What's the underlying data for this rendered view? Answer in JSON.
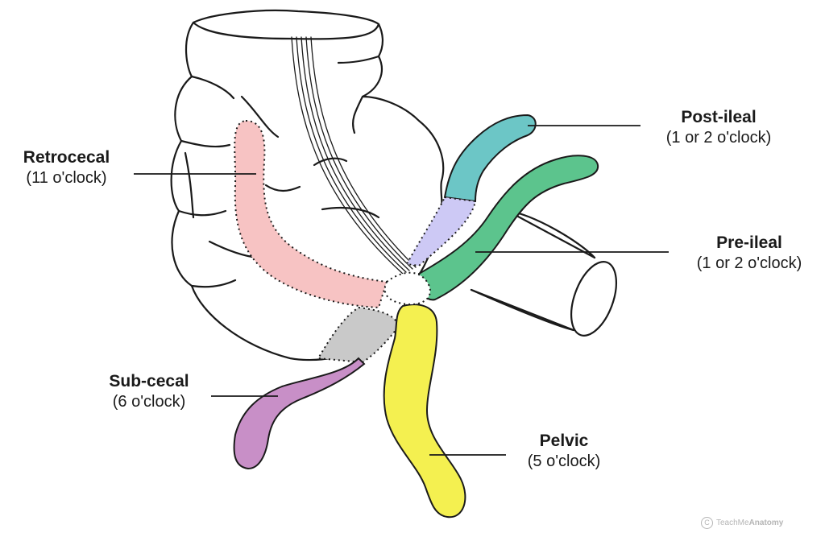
{
  "labels": {
    "retrocecal": {
      "name": "Retrocecal",
      "position": "(11 o'clock)"
    },
    "post_ileal": {
      "name": "Post-ileal",
      "position": "(1 or 2 o'clock)"
    },
    "pre_ileal": {
      "name": "Pre-ileal",
      "position": "(1 or 2 o'clock)"
    },
    "sub_cecal": {
      "name": "Sub-cecal",
      "position": "(6 o'clock)"
    },
    "pelvic": {
      "name": "Pelvic",
      "position": "(5 o'clock)"
    }
  },
  "watermark": {
    "copyright_symbol": "C",
    "brand_prefix": "TeachMe",
    "brand_suffix": "Anatomy"
  },
  "colors": {
    "retrocecal": "#f7c3c3",
    "post_ileal": "#6cc6c6",
    "pre_ileal": "#5cc48d",
    "pre_ileal_overlap": "#cdc9f5",
    "sub_cecal": "#c88fc7",
    "sub_cecal_overlap": "#c9c9c9",
    "pelvic": "#f4f050",
    "outline": "#1a1a1a"
  }
}
